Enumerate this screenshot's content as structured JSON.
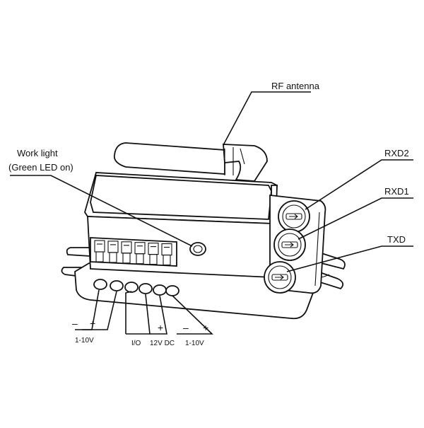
{
  "labels": {
    "rf_antenna": "RF antenna",
    "work_light_1": "Work light",
    "work_light_2": "(Green LED  on)",
    "rxd2": "RXD2",
    "rxd1": "RXD1",
    "txd": "TXD"
  },
  "terminals": {
    "minus_1": "–",
    "plus_1": "+",
    "range_1": "1-10V",
    "io": "I/O",
    "plus_12": "+",
    "dc12": "12V DC",
    "minus_2": "–",
    "plus_2": "+",
    "range_2": "1-10V"
  },
  "colors": {
    "line": "#111111",
    "background": "#ffffff"
  }
}
